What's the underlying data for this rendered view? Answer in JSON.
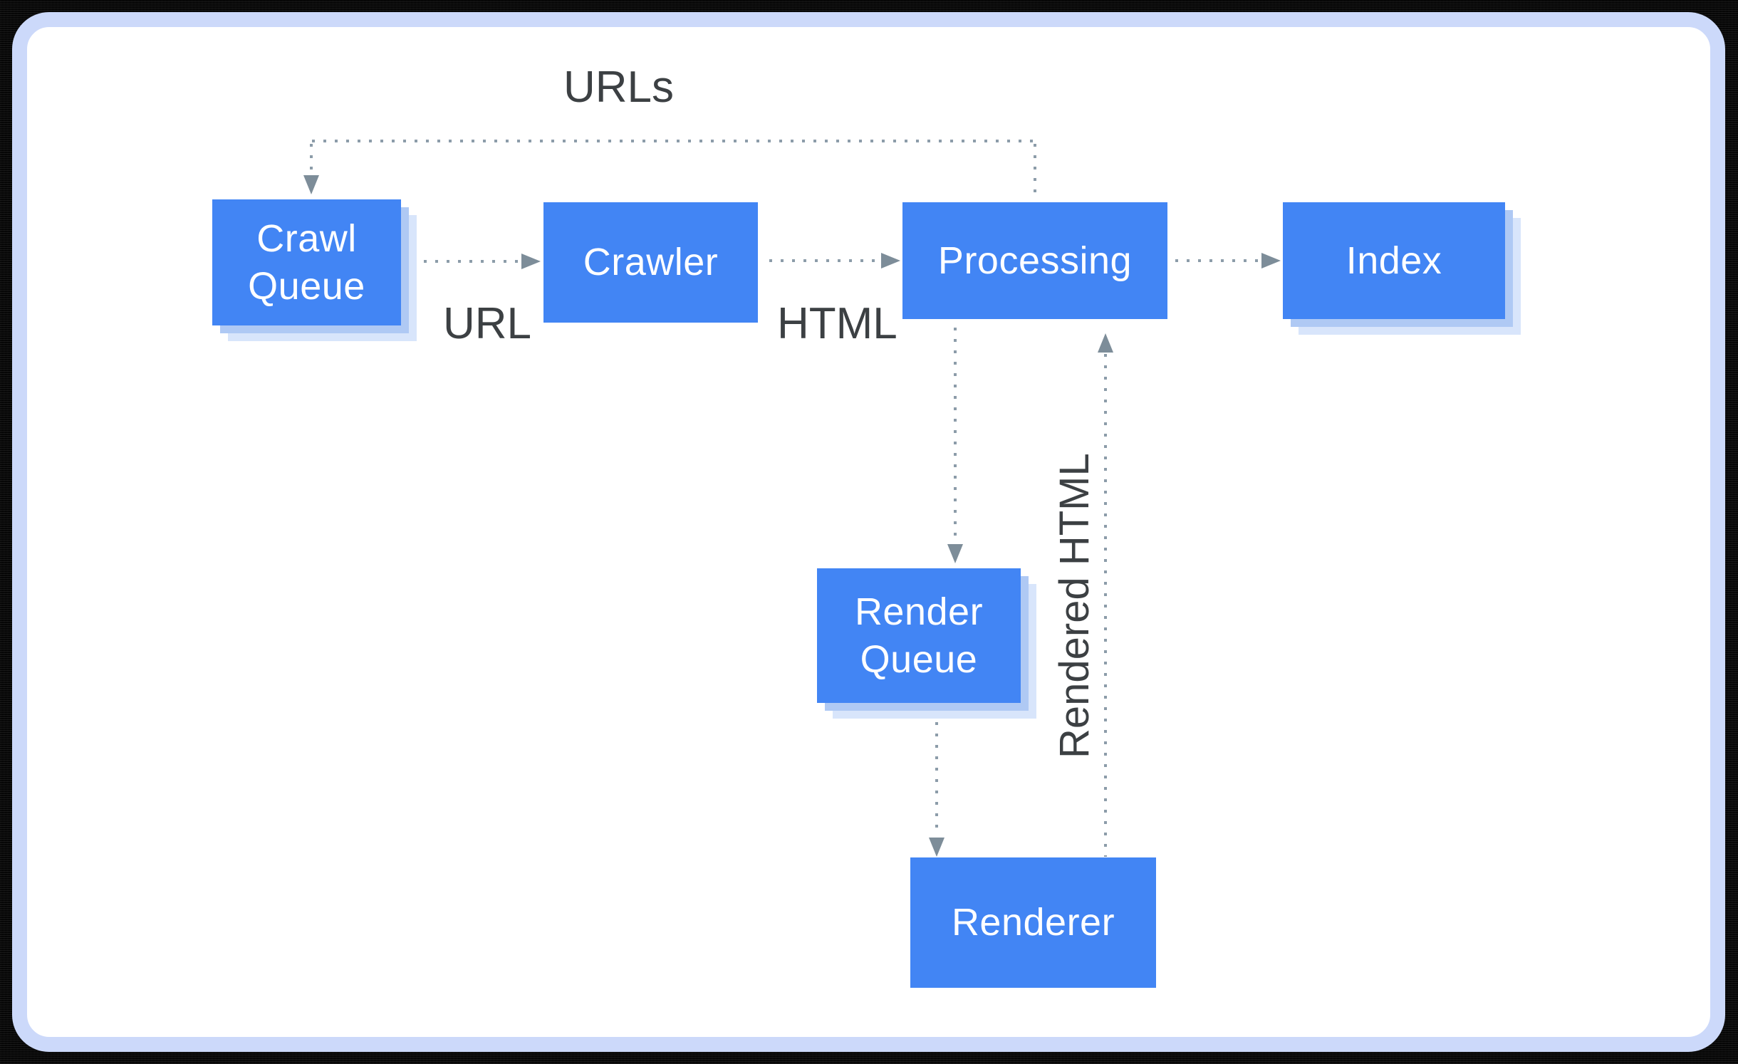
{
  "diagram": {
    "description": "Google Search crawling, rendering and indexing pipeline flow diagram",
    "nodes": {
      "crawl_queue": {
        "label": "Crawl Queue",
        "stacked": true
      },
      "crawler": {
        "label": "Crawler",
        "stacked": false
      },
      "processing": {
        "label": "Processing",
        "stacked": false
      },
      "index": {
        "label": "Index",
        "stacked": true
      },
      "render_queue": {
        "label": "Render Queue",
        "stacked": true
      },
      "renderer": {
        "label": "Renderer",
        "stacked": false
      }
    },
    "edge_labels": {
      "feedback": "URLs",
      "url": "URL",
      "html": "HTML",
      "rendered_html": "Rendered HTML"
    },
    "edges": [
      {
        "from": "crawl_queue",
        "to": "crawler",
        "label": "URL"
      },
      {
        "from": "crawler",
        "to": "processing",
        "label": "HTML"
      },
      {
        "from": "processing",
        "to": "index",
        "label": ""
      },
      {
        "from": "processing",
        "to": "crawl_queue",
        "label": "URLs"
      },
      {
        "from": "processing",
        "to": "render_queue",
        "label": ""
      },
      {
        "from": "render_queue",
        "to": "renderer",
        "label": ""
      },
      {
        "from": "renderer",
        "to": "processing",
        "label": "Rendered HTML"
      }
    ],
    "colors": {
      "node_fill": "#4285f4",
      "node_text": "#ffffff",
      "stack_shadow_1": "#afc9f4",
      "stack_shadow_2": "#d8e5fb",
      "dotted_line": "#8c9ca9",
      "arrowhead": "#7d8d99",
      "label_text": "#3c4043",
      "panel_border": "#ccd9fa",
      "panel_background": "#ffffff",
      "outer_background": "#000000"
    }
  }
}
